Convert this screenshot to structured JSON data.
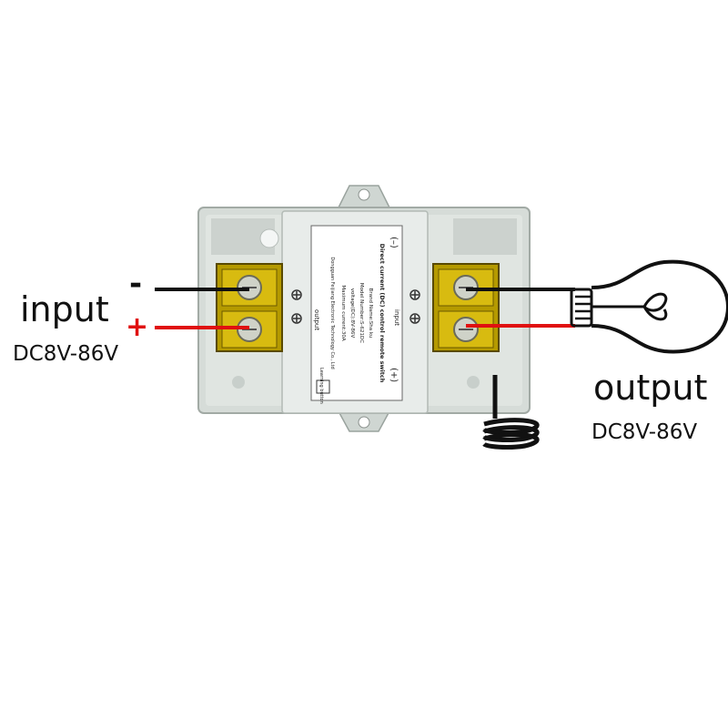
{
  "left_terminal": {
    "title": "input",
    "spec": "DC8V-86V",
    "negative_sign": "-",
    "positive_sign": "+"
  },
  "right_terminal": {
    "title": "output",
    "spec": "DC8V-86V"
  },
  "module_label": {
    "minus_marks": "(–)",
    "plus_marks": "(+)",
    "input_text": "input",
    "output_text": "output",
    "line1": "Direct current (DC) control remote switch",
    "line2": "Brand Name:Sha ku",
    "line3": "Model Number:S-621DC",
    "line4": "voltage(DC):8V-86V",
    "line5": "Maximum current:30A",
    "line6": "Dongguan Feijiang Electronic Technology Co., Ltd",
    "learning": "Learning button"
  },
  "colors": {
    "negative_wire": "#111111",
    "positive_wire": "#e01010",
    "terminal_block": "#c8a800",
    "case": "#d6dcd8"
  }
}
